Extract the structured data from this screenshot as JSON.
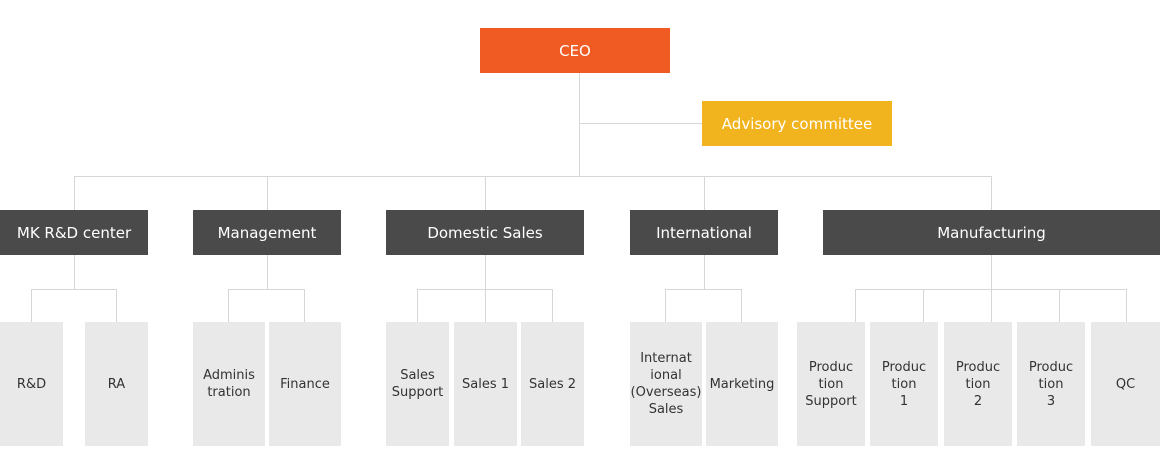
{
  "ceo": "CEO",
  "advisory": "Advisory committee",
  "departments": [
    {
      "label": "MK R&D center",
      "units": [
        "R&D",
        "RA"
      ]
    },
    {
      "label": "Management",
      "units": [
        "Adminis\ntration",
        "Finance"
      ]
    },
    {
      "label": "Domestic Sales",
      "units": [
        "Sales\nSupport",
        "Sales 1",
        "Sales 2"
      ]
    },
    {
      "label": "International",
      "units": [
        "Internat\nional\n(Overseas)\nSales",
        "Marketing"
      ]
    },
    {
      "label": "Manufacturing",
      "units": [
        "Produc\ntion\nSupport",
        "Produc\ntion\n1",
        "Produc\ntion\n2",
        "Produc\ntion\n3",
        "QC"
      ]
    }
  ],
  "colors": {
    "ceo": "#f05a23",
    "advisory": "#f1b41f",
    "department": "#4a4a4a",
    "unit": "#e9e9e9",
    "connector": "#d7d7d7"
  }
}
